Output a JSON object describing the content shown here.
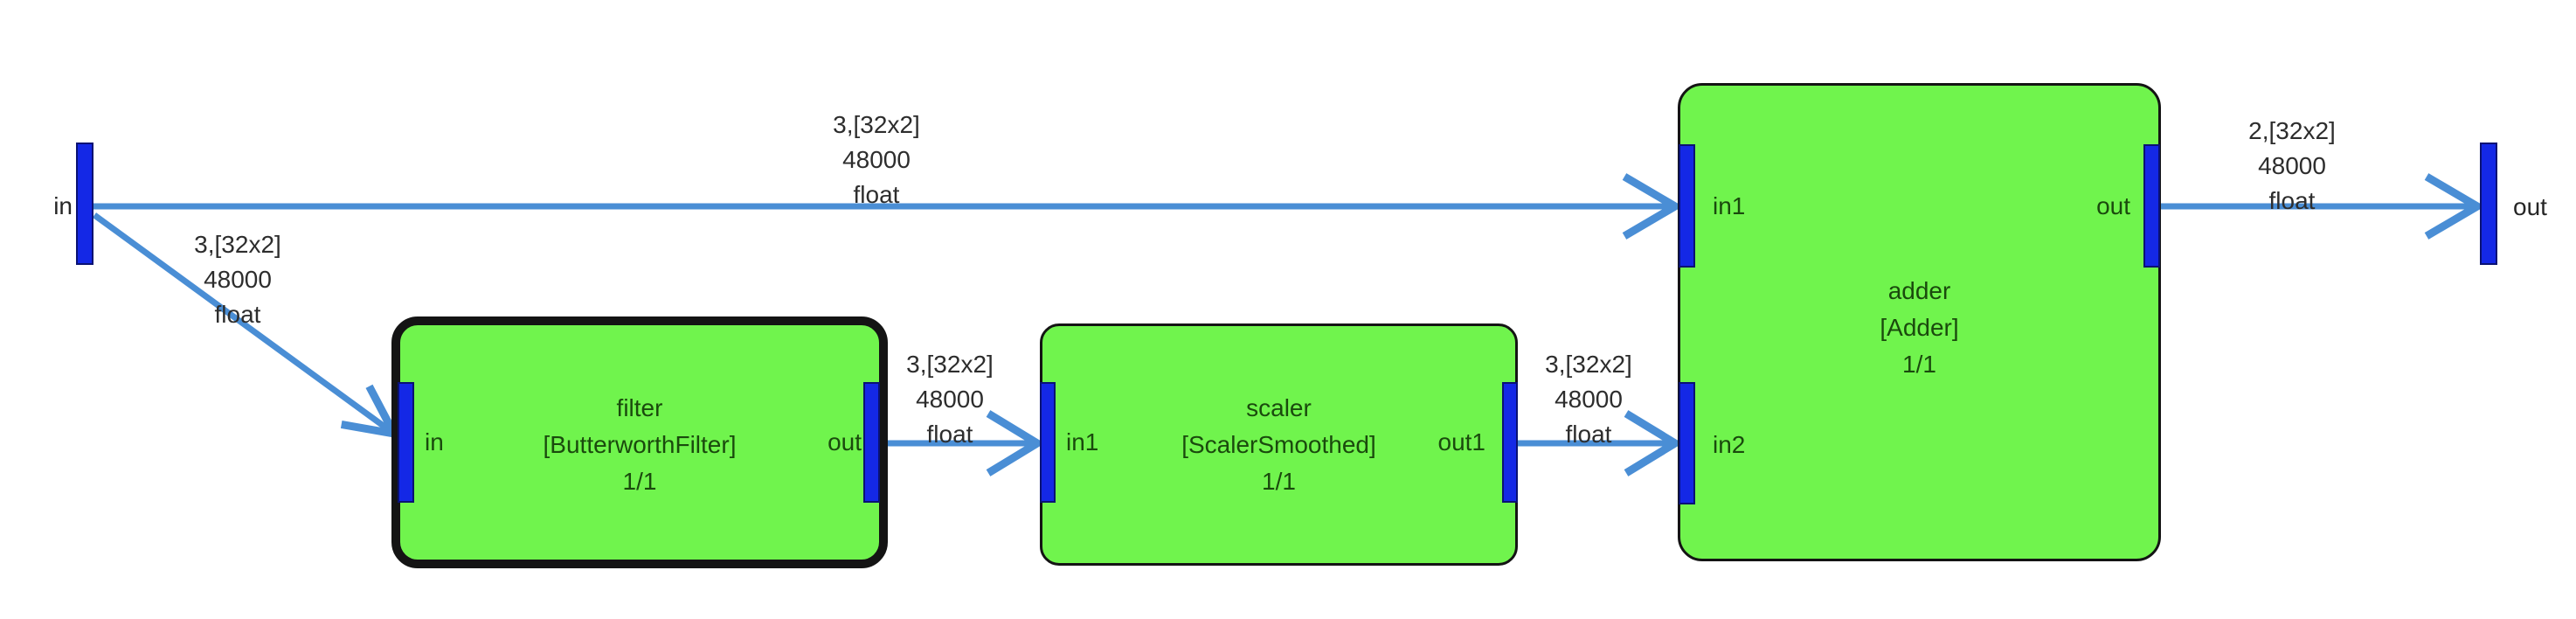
{
  "io": {
    "input_label": "in",
    "output_label": "out"
  },
  "blocks": {
    "filter": {
      "title": "filter",
      "type": "[ButterworthFilter]",
      "rate": "1/1",
      "in_port": "in",
      "out_port": "out",
      "selected": true
    },
    "scaler": {
      "title": "scaler",
      "type": "[ScalerSmoothed]",
      "rate": "1/1",
      "in_port": "in1",
      "out_port": "out1",
      "selected": false
    },
    "adder": {
      "title": "adder",
      "type": "[Adder]",
      "rate": "1/1",
      "in1_port": "in1",
      "in2_port": "in2",
      "out_port": "out",
      "selected": false
    }
  },
  "edges": {
    "in_to_adder": {
      "l1": "3,[32x2]",
      "l2": "48000",
      "l3": "float"
    },
    "in_to_filter": {
      "l1": "3,[32x2]",
      "l2": "48000",
      "l3": "float"
    },
    "filter_to_scaler": {
      "l1": "3,[32x2]",
      "l2": "48000",
      "l3": "float"
    },
    "scaler_to_adder": {
      "l1": "3,[32x2]",
      "l2": "48000",
      "l3": "float"
    },
    "adder_to_out": {
      "l1": "2,[32x2]",
      "l2": "48000",
      "l3": "float"
    }
  },
  "colors": {
    "block_fill": "#70F44D",
    "block_border": "#141414",
    "port_fill": "#1428E6",
    "port_border": "#0A1273",
    "edge_color": "#4A8ED5",
    "edge_label_color": "#2D2D2D",
    "block_text_color": "#1A4A0D",
    "node_label_color": "#262626",
    "canvas_bg": "#FFFFFF"
  }
}
